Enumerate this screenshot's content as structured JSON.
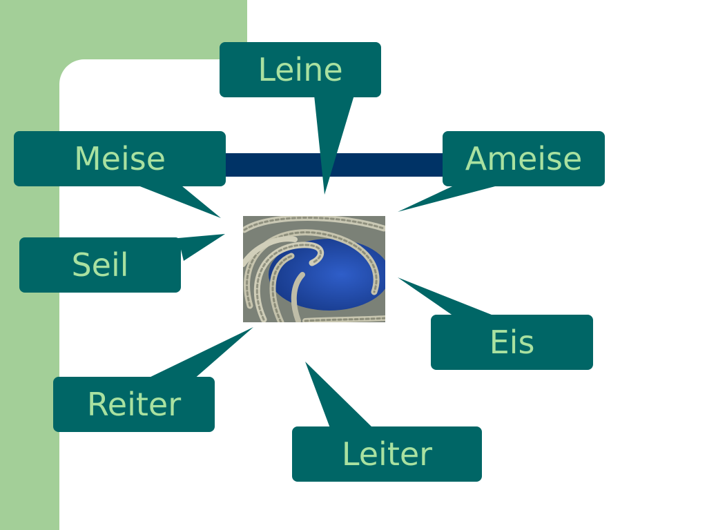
{
  "slide": {
    "center_image": "coiled-rope-photo",
    "words": {
      "leine": "Leine",
      "meise": "Meise",
      "ameise": "Ameise",
      "seil": "Seil",
      "eis": "Eis",
      "reiter": "Reiter",
      "leiter": "Leiter"
    },
    "colors": {
      "background_band": "#a3cf98",
      "bubble": "#006666",
      "bubble_text": "#a9e1a0",
      "bar": "#003366"
    }
  }
}
